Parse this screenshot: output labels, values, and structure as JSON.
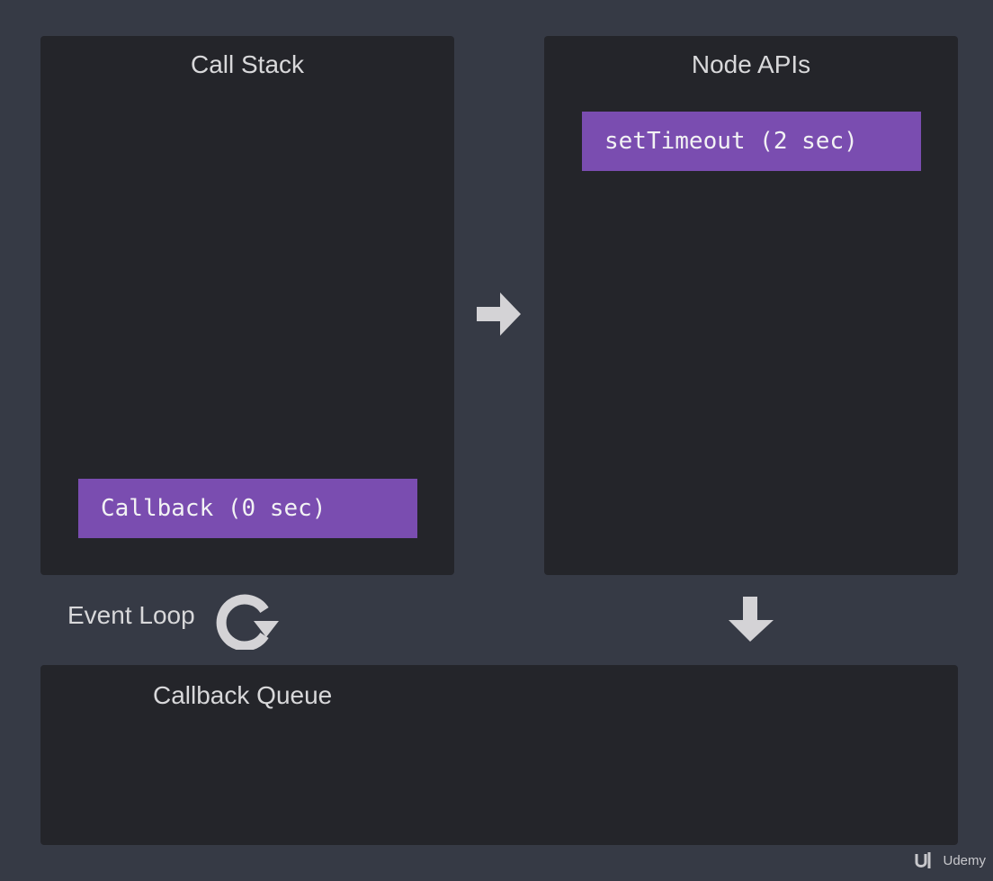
{
  "call_stack": {
    "title": "Call Stack",
    "frames": [
      "Callback (0 sec)"
    ]
  },
  "node_apis": {
    "title": "Node APIs",
    "items": [
      "setTimeout (2 sec)"
    ]
  },
  "event_loop": {
    "label": "Event Loop",
    "icon": "refresh-icon"
  },
  "callback_queue": {
    "title": "Callback Queue",
    "items": []
  },
  "arrows": {
    "stack_to_apis": "arrow-right-icon",
    "apis_to_queue": "arrow-down-icon"
  },
  "brand": {
    "name": "Udemy",
    "logo": "udemy-logo-icon"
  },
  "colors": {
    "background": "#363a45",
    "panel": "#24252a",
    "block": "#7a4db0",
    "arrow": "#d4d3d6"
  }
}
